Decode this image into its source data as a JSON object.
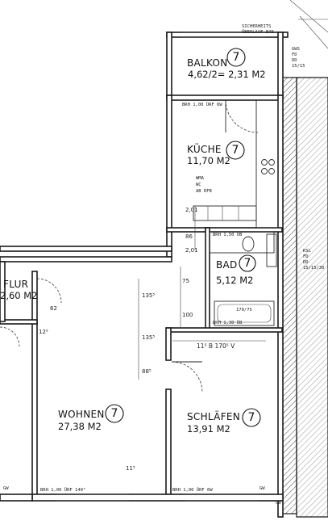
{
  "rooms": {
    "balkon": {
      "name": "BALKON",
      "area": "4,62/2= 2,31 M2",
      "number": "7"
    },
    "kueche": {
      "name": "KÜCHE",
      "area": "11,70 M2",
      "number": "7"
    },
    "bad": {
      "name": "BAD",
      "area": "5,12 M2",
      "number": "7"
    },
    "flur": {
      "name": "FLUR",
      "area": "2,60 M2"
    },
    "wohnen": {
      "name": "WOHNEN",
      "area": "27,38 M2",
      "number": "7"
    },
    "schlafen": {
      "name": "SCHLÄFEN",
      "area": "13,91 M2",
      "number": "7"
    }
  },
  "annotations": {
    "sicherheit_1": "SICHERHEITS",
    "sicherheit_2": "ÜBERLAUF Ø40",
    "gws_1": "GWS",
    "gws_2": "FD",
    "gws_3": "DD",
    "gws_4": "15/15",
    "ksl_1": "KSL",
    "ksl_2": "FD",
    "ksl_3": "DD",
    "ksl_4": "15/15/30",
    "kueche_sill": "BRH 1,00 ÜRF 6W",
    "wma_1": "WMA",
    "wma_2": "WC",
    "wma_3": "AB RFB",
    "bad_sill": "BRH 1,50 ÜB",
    "tub": "170/75",
    "bad_sill2": "BRH 1,30 ÜB",
    "bath_dims": "11⁵ B 170⁵ V",
    "wohnen_sill": "BRH 1,00 ÜRF 140⁵",
    "schlafen_sill": "BRH 1,00 ÜRF 6W",
    "gw_left": "GW",
    "gw_right": "GW",
    "gw_bottom": "GW"
  },
  "dimensions": {
    "d201a": "2,01",
    "d201b": "2,01",
    "d86": "86",
    "d135a": "135⁵",
    "d135b": "135⁵",
    "d75": "75",
    "d100": "100",
    "d88": "88⁵",
    "d62": "62",
    "d125": "12⁵",
    "d115": "11⁵"
  }
}
